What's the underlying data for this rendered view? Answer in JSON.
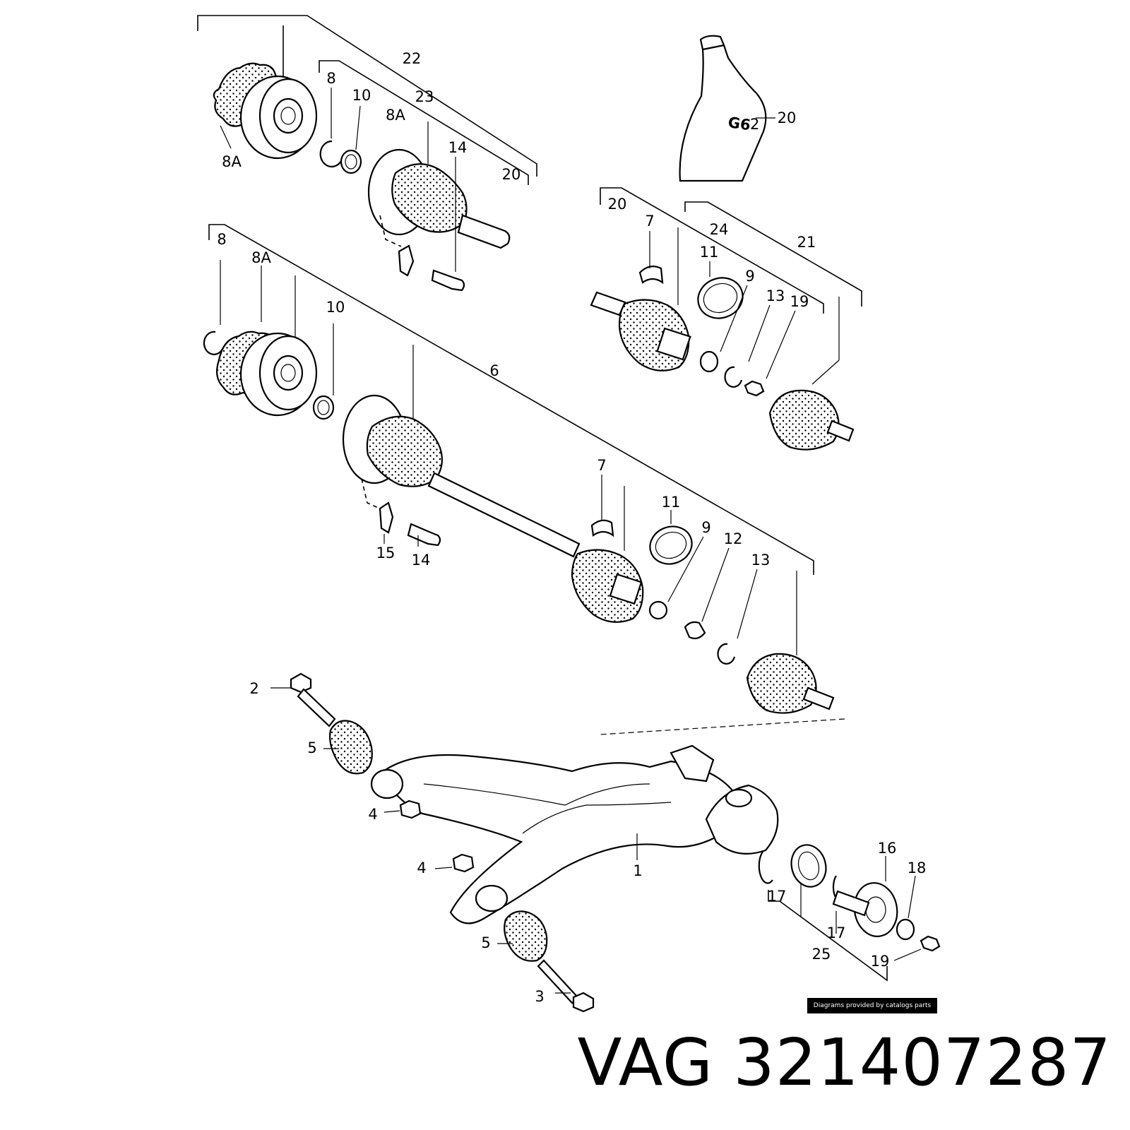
{
  "diagram": {
    "callouts": [
      {
        "key": "c1",
        "label": "1"
      },
      {
        "key": "c2",
        "label": "2"
      },
      {
        "key": "c3",
        "label": "3"
      },
      {
        "key": "c4a",
        "label": "4"
      },
      {
        "key": "c4b",
        "label": "4"
      },
      {
        "key": "c5a",
        "label": "5"
      },
      {
        "key": "c5b",
        "label": "5"
      },
      {
        "key": "c6",
        "label": "6"
      },
      {
        "key": "c7a",
        "label": "7"
      },
      {
        "key": "c7b",
        "label": "7"
      },
      {
        "key": "c8a",
        "label": "8"
      },
      {
        "key": "c8b",
        "label": "8"
      },
      {
        "key": "c8Aa",
        "label": "8A"
      },
      {
        "key": "c8Ab",
        "label": "8A"
      },
      {
        "key": "c8Ac",
        "label": "8A"
      },
      {
        "key": "c9a",
        "label": "9"
      },
      {
        "key": "c9b",
        "label": "9"
      },
      {
        "key": "c10a",
        "label": "10"
      },
      {
        "key": "c10b",
        "label": "10"
      },
      {
        "key": "c11a",
        "label": "11"
      },
      {
        "key": "c11b",
        "label": "11"
      },
      {
        "key": "c12",
        "label": "12"
      },
      {
        "key": "c13a",
        "label": "13"
      },
      {
        "key": "c13b",
        "label": "13"
      },
      {
        "key": "c14a",
        "label": "14"
      },
      {
        "key": "c14b",
        "label": "14"
      },
      {
        "key": "c15",
        "label": "15"
      },
      {
        "key": "c16",
        "label": "16"
      },
      {
        "key": "c17a",
        "label": "17"
      },
      {
        "key": "c17b",
        "label": "17"
      },
      {
        "key": "c18",
        "label": "18"
      },
      {
        "key": "c19a",
        "label": "19"
      },
      {
        "key": "c19b",
        "label": "19"
      },
      {
        "key": "c20a",
        "label": "20"
      },
      {
        "key": "c20b",
        "label": "20"
      },
      {
        "key": "c20c",
        "label": "20"
      },
      {
        "key": "c21",
        "label": "21"
      },
      {
        "key": "c22",
        "label": "22"
      },
      {
        "key": "c23",
        "label": "23"
      },
      {
        "key": "c24",
        "label": "24"
      },
      {
        "key": "c25",
        "label": "25"
      }
    ],
    "tube_print": "G6",
    "tube_subscript": "2",
    "credit": "Diagrams provided by catalogs parts"
  },
  "title": {
    "brand": "VAG",
    "part_number": "321407287"
  },
  "colors": {
    "ink": "#000000",
    "paper": "#ffffff"
  }
}
